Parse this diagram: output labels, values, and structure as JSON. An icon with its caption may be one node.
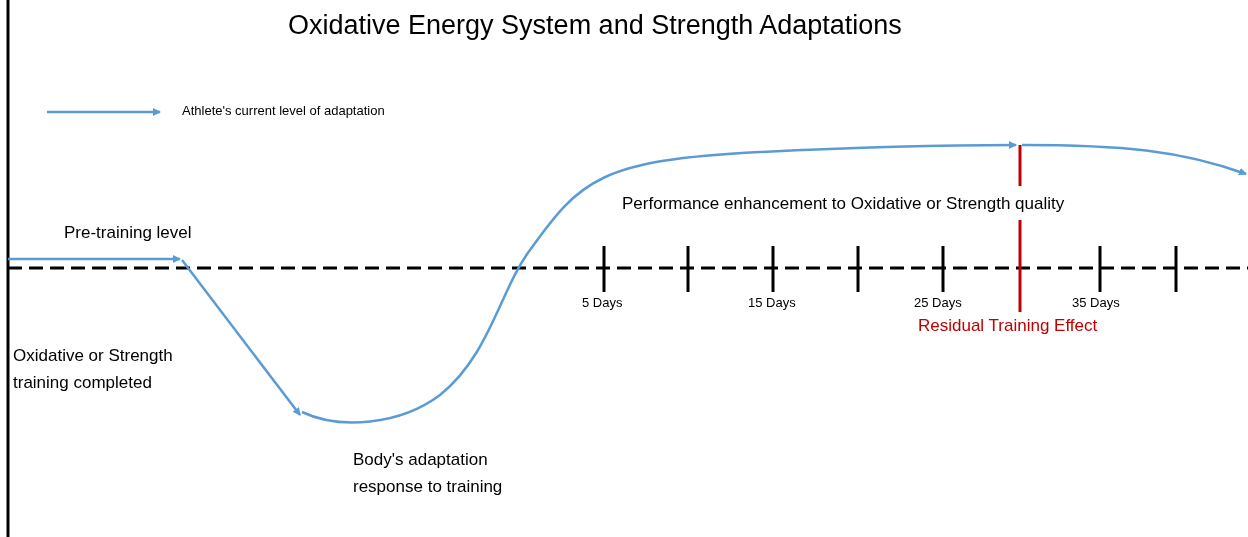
{
  "diagram": {
    "title": "Oxidative Energy System and Strength Adaptations",
    "labels": [
      "Pre-training level",
      "Performance enhancement to Oxidative or Strength quality",
      "5 Days",
      "15 Days",
      "25 Days",
      "35 Days",
      "Residual Training Effect",
      "Oxidative or Strength training completed",
      "Body's adaptation response to training"
    ],
    "legend": [
      {
        "text": "Athlete's current level of adaptation"
      }
    ]
  }
}
